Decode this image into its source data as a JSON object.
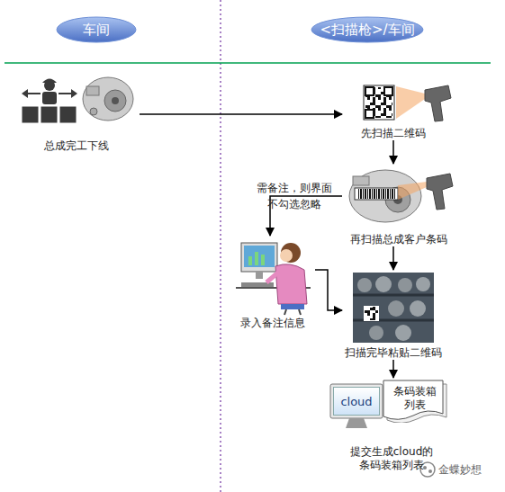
{
  "diagram": {
    "nodes": [
      {
        "text": [
          "车间"
        ]
      },
      {
        "text": [
          "<扫描枪>/车间"
        ]
      },
      {
        "text": [
          "总成完工下线"
        ]
      },
      {
        "text": [
          "先扫描二维码"
        ]
      },
      {
        "text": [
          "再扫描总成客户条码"
        ]
      },
      {
        "text": [
          "录入备注信息"
        ]
      },
      {
        "text": [
          "扫描完毕粘贴二维码"
        ]
      },
      {
        "text": [
          "提交生成cloud的 条码装箱列表"
        ]
      },
      {
        "text": [
          "cloud"
        ],
        "in": 7
      },
      {
        "text": [
          "条码装箱列表"
        ],
        "in": 7
      }
    ],
    "edges": [
      {
        "from": 2,
        "to": 3,
        "arrow": "to"
      },
      {
        "from": 3,
        "to": 4,
        "arrow": "to"
      },
      {
        "from": 4,
        "to": 5,
        "arrow": "to",
        "label": "需备注，则界面 不勾选忽略"
      },
      {
        "from": 4,
        "to": 6,
        "arrow": "to"
      },
      {
        "from": 5,
        "to": 6,
        "arrow": "to"
      },
      {
        "from": 6,
        "to": 7,
        "arrow": "to"
      }
    ],
    "labels": [
      "金蝶妙想"
    ]
  }
}
